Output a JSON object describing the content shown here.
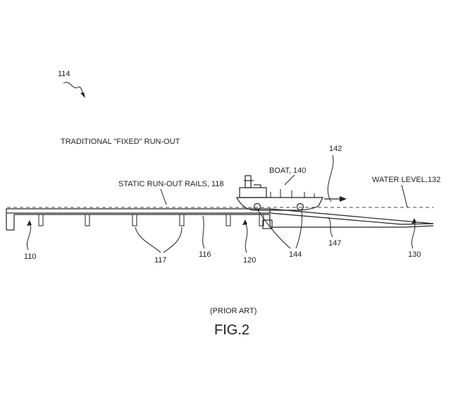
{
  "labels": {
    "ref_114": "114",
    "title": "TRADITIONAL \"FIXED\" RUN-OUT",
    "ref_142": "142",
    "boat": "BOAT, 140",
    "rails": "STATIC RUN-OUT RAILS, 118",
    "water": "WATER LEVEL,132",
    "ref_110": "110",
    "ref_117": "117",
    "ref_116": "116",
    "ref_120": "120",
    "ref_144": "144",
    "ref_147": "147",
    "ref_130": "130",
    "prior_art": "(PRIOR ART)",
    "fig": "FIG.2"
  }
}
